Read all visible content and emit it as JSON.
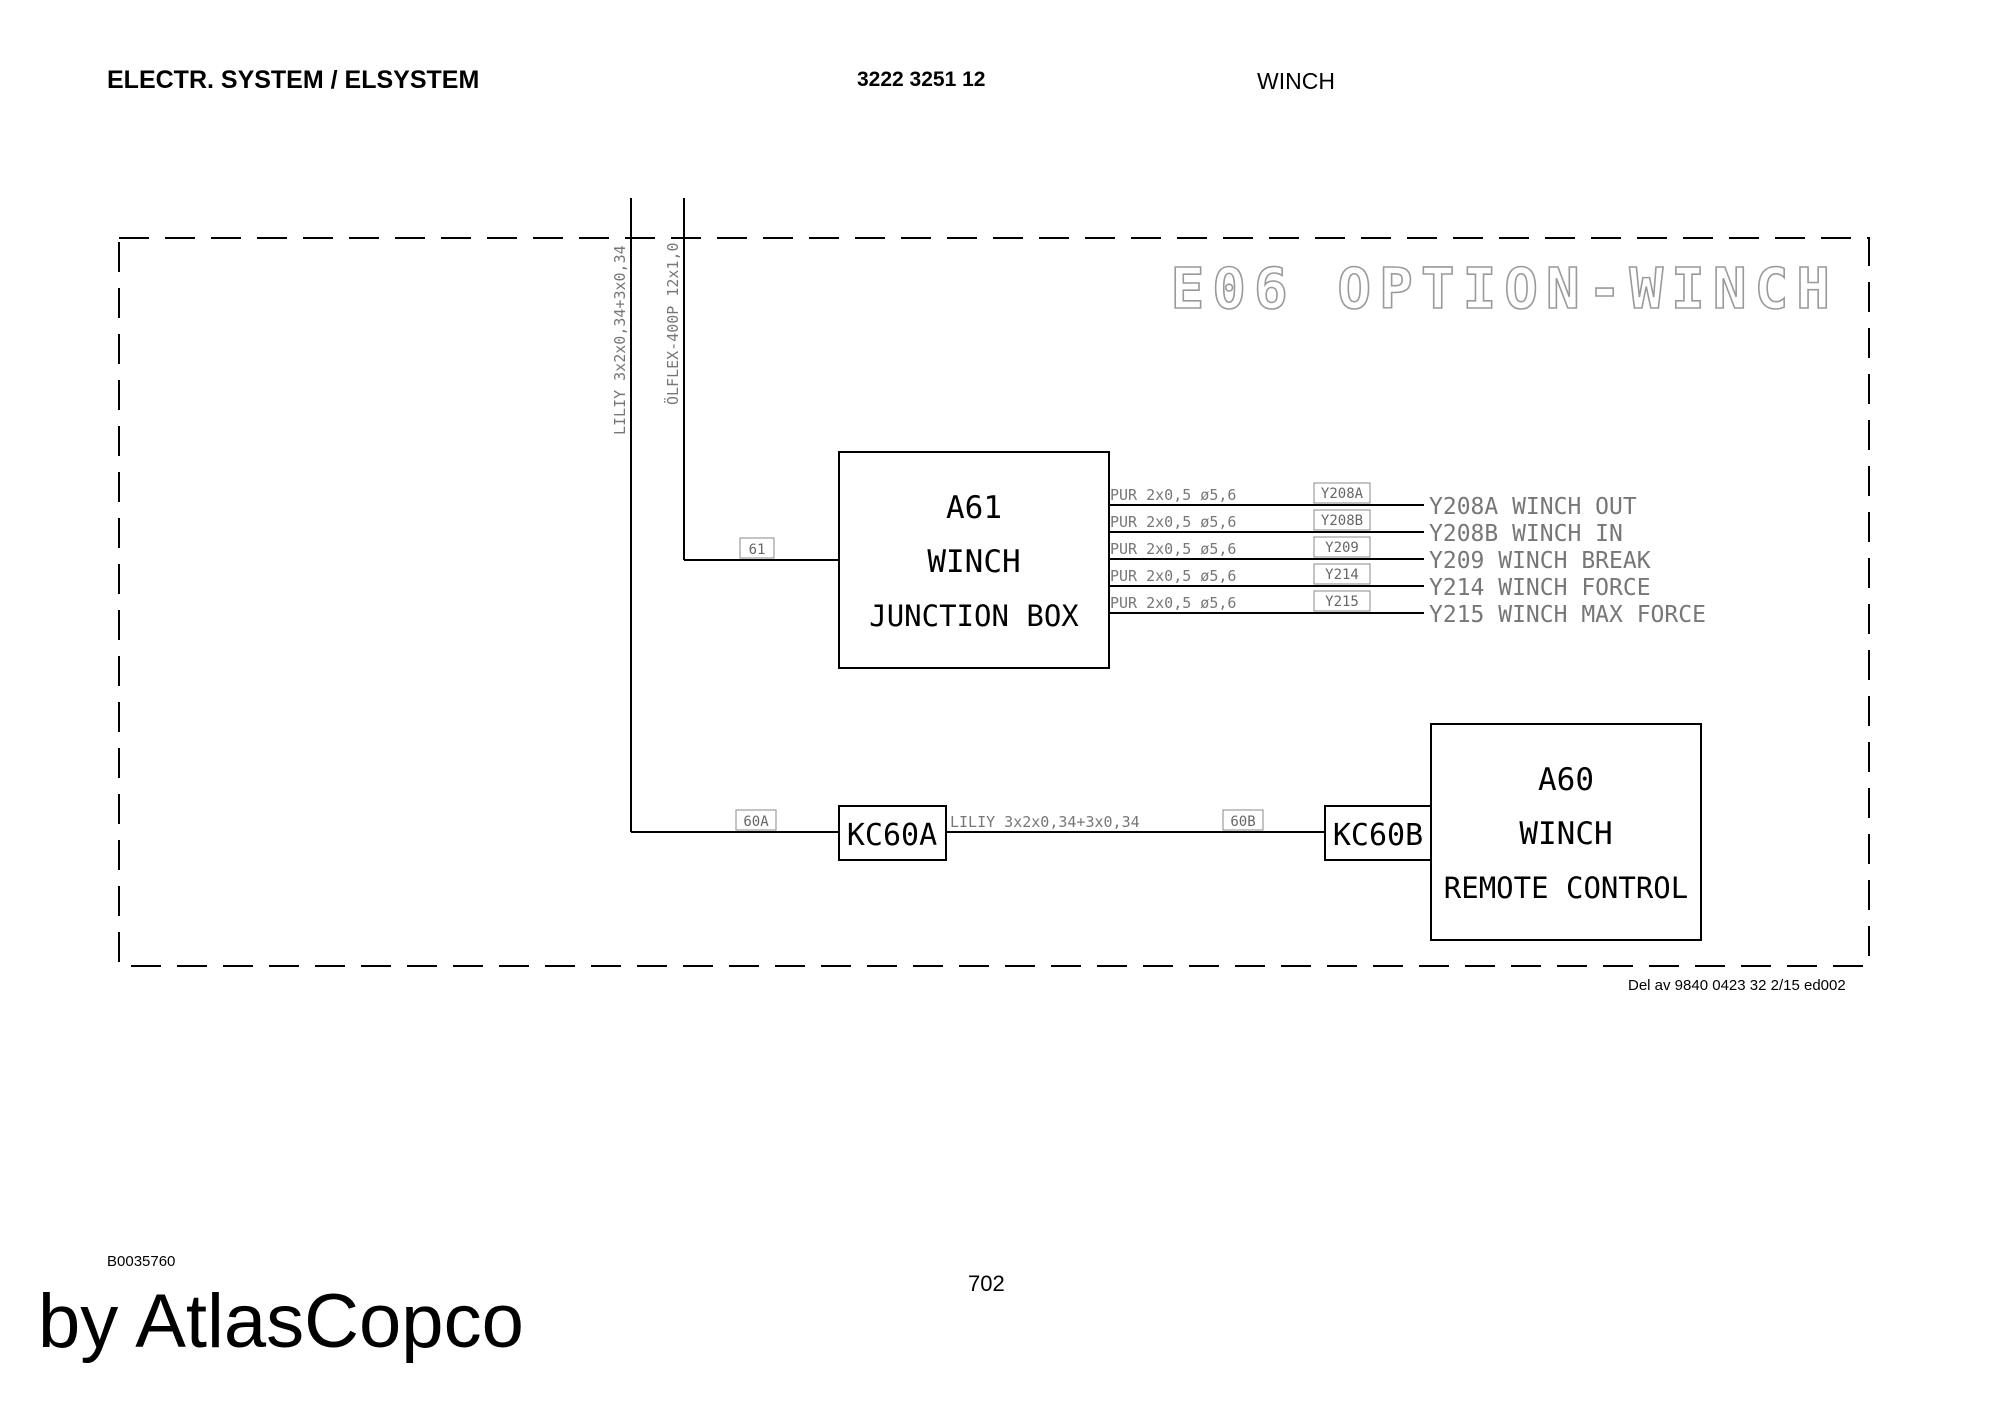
{
  "header": {
    "title": "ELECTR. SYSTEM / ELSYSTEM",
    "doc_number": "3222 3251 12",
    "section": "WINCH"
  },
  "diagram": {
    "option_label": "E06  OPTION-WINCH",
    "cables": {
      "vertical_left": "LILIY 3x2x0,34+3x0,34",
      "vertical_right": "ÖLFLEX-400P 12x1,0",
      "bottom": "LILIY 3x2x0,34+3x0,34"
    },
    "junction_box": {
      "line1": "A61",
      "line2": "WINCH",
      "line3": "JUNCTION BOX"
    },
    "remote_control": {
      "line1": "A60",
      "line2": "WINCH",
      "line3": "REMOTE CONTROL"
    },
    "connectors": {
      "kc60a": "KC60A",
      "kc60b": "KC60B"
    },
    "wire_tags": {
      "t61": "61",
      "t60a": "60A",
      "t60b": "60B"
    },
    "outputs": [
      {
        "cable": "PUR 2x0,5 ø5,6",
        "tag": "Y208A",
        "label": "Y208A WINCH OUT"
      },
      {
        "cable": "PUR 2x0,5 ø5,6",
        "tag": "Y208B",
        "label": "Y208B WINCH IN"
      },
      {
        "cable": "PUR 2x0,5 ø5,6",
        "tag": "Y209",
        "label": "Y209 WINCH BREAK"
      },
      {
        "cable": "PUR 2x0,5 ø5,6",
        "tag": "Y214",
        "label": "Y214 WINCH FORCE"
      },
      {
        "cable": "PUR 2x0,5 ø5,6",
        "tag": "Y215",
        "label": "Y215 WINCH MAX FORCE"
      }
    ]
  },
  "footer": {
    "reference": "Del av 9840 0423 32 2/15 ed002",
    "drawing_code": "B0035760",
    "page_number": "702",
    "watermark": "by AtlasCopco"
  }
}
